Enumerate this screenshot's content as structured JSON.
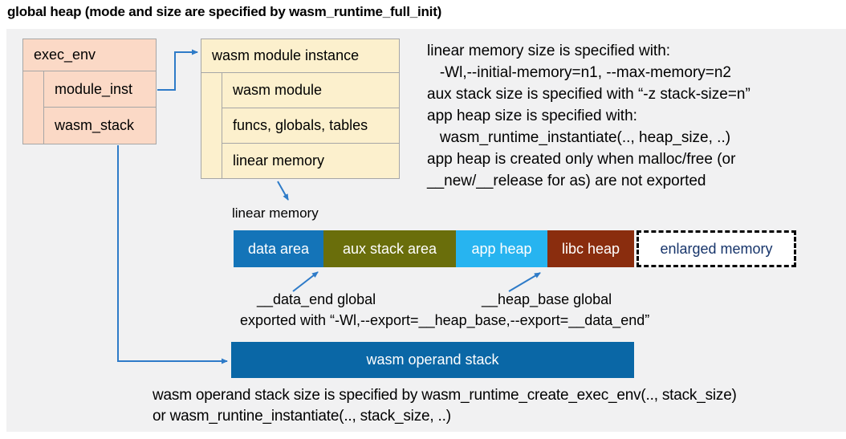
{
  "title": "global heap (mode and size are specified by wasm_runtime_full_init)",
  "exec_env": {
    "header": "exec_env",
    "children": [
      "module_inst",
      "wasm_stack"
    ]
  },
  "module_instance": {
    "header": "wasm module instance",
    "children": [
      "wasm module",
      "funcs, globals, tables",
      "linear memory"
    ]
  },
  "notes": {
    "lines": [
      "linear memory size is specified with:",
      "   -Wl,--initial-memory=n1, --max-memory=n2",
      "aux stack size is specified with “-z stack-size=n”",
      "app heap size is specified with:",
      "   wasm_runtime_instantiate(.., heap_size, ..)",
      "app heap is created only when malloc/free (or",
      "__new/__release for as) are not exported"
    ]
  },
  "linear_memory": {
    "label": "linear memory",
    "segments": [
      {
        "label": "data area",
        "color": "#1474b8"
      },
      {
        "label": "aux stack area",
        "color": "#6a6e0b"
      },
      {
        "label": "app heap",
        "color": "#27b4f0"
      },
      {
        "label": "libc heap",
        "color": "#8a2d0e"
      },
      {
        "label": "enlarged memory",
        "color": "#ffffff"
      }
    ],
    "annotations": {
      "data_end": "__data_end global",
      "heap_base": "__heap_base global",
      "exported": "exported with “-Wl,--export=__heap_base,--export=__data_end”"
    }
  },
  "operand_stack": {
    "label": "wasm operand stack",
    "note_line1": "wasm operand stack size is specified by wasm_runtime_create_exec_env(.., stack_size)",
    "note_line2": "or wasm_runtine_instantiate(.., stack_size, ..)"
  },
  "colors": {
    "panel_background": "#f1f1f2",
    "struct_pink": "#fbd9c6",
    "struct_yellow": "#fcf0cd",
    "arrow_blue": "#2e7bc8",
    "operand_stack_bar": "#0a67a6",
    "enlarged_memory_text": "#17356b"
  }
}
